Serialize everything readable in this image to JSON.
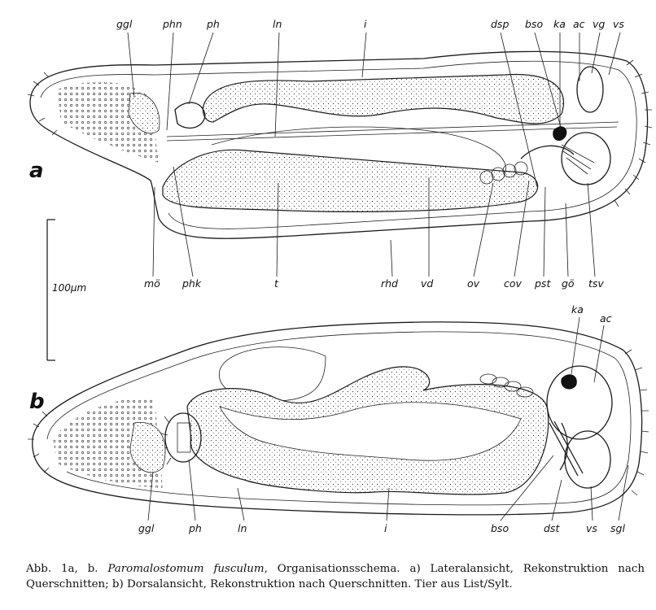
{
  "panel_labels": {
    "a": "a",
    "b": "b"
  },
  "scale_bar": {
    "label": "100µm"
  },
  "labels_a_top": {
    "ggl": "ggl",
    "phn": "phn",
    "ph": "ph",
    "ln": "ln",
    "i": "i",
    "dsp": "dsp",
    "bso": "bso",
    "ka": "ka",
    "ac": "ac",
    "vg": "vg",
    "vs": "vs"
  },
  "labels_middle": {
    "mo": "mö",
    "phk": "phk",
    "t": "t",
    "rhd": "rhd",
    "vd": "vd",
    "ov": "ov",
    "cov": "cov",
    "pst": "pst",
    "go": "gö",
    "tsv": "tsv"
  },
  "labels_b_right": {
    "ka": "ka",
    "ac": "ac"
  },
  "labels_b_bottom": {
    "ggl": "ggl",
    "ph": "ph",
    "ln": "ln",
    "i": "i",
    "bso": "bso",
    "dst": "dst",
    "vs": "vs",
    "sgl": "sgl"
  },
  "caption": {
    "prefix": "Abb. 1a, b. ",
    "species": "Paromalostomum fusculum",
    "text": ", Organisationsschema. a) Lateralansicht, Rekonstruktion nach Querschnitten; b) Dorsalansicht, Rekonstruktion nach Querschnitten. Tier aus List/Sylt."
  }
}
